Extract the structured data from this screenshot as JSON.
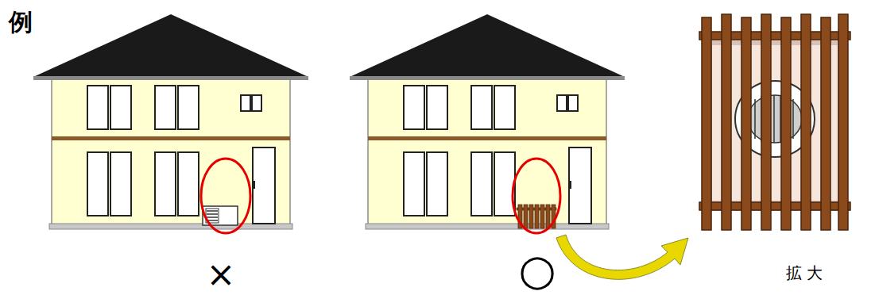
{
  "diagram": {
    "labels": [
      "例",
      "×",
      "○",
      "拡 大"
    ]
  }
}
